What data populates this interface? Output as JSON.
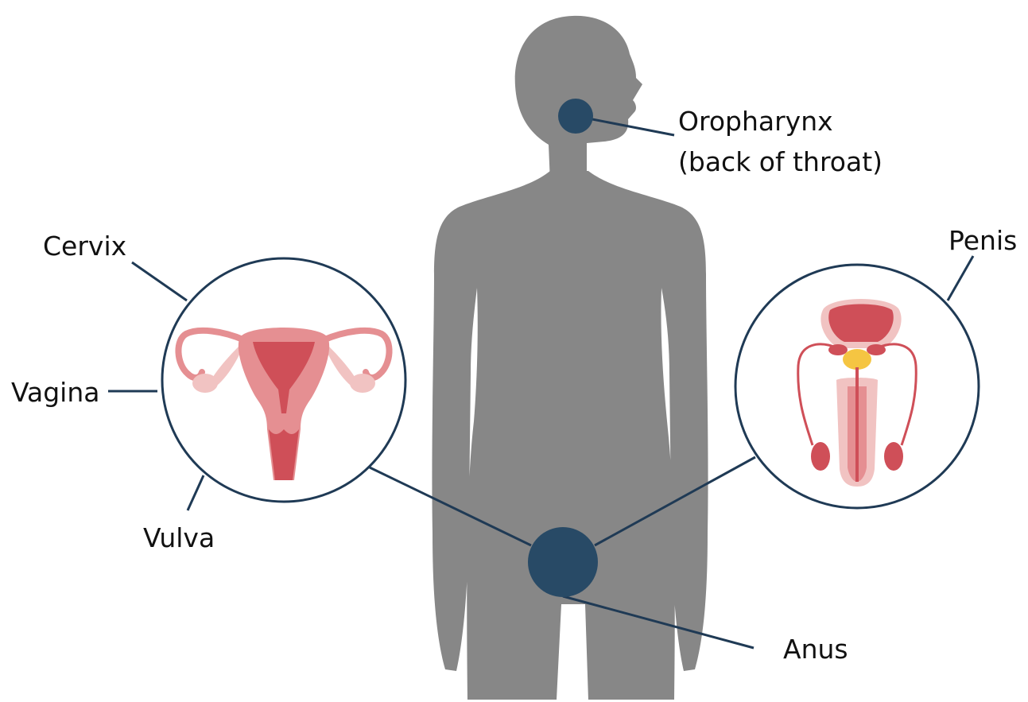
{
  "labels": {
    "oropharynx": "Oropharynx",
    "oropharynx_note": "(back of throat)",
    "cervix": "Cervix",
    "vagina": "Vagina",
    "vulva": "Vulva",
    "penis": "Penis",
    "anus": "Anus"
  },
  "colors": {
    "silhouette": "#878787",
    "marker": "#284a66",
    "leader_line": "#1f3a55",
    "organ_dark": "#cf4f58",
    "organ_mid": "#e58f92",
    "organ_light": "#f1c3c2",
    "gland": "#f5c542"
  }
}
